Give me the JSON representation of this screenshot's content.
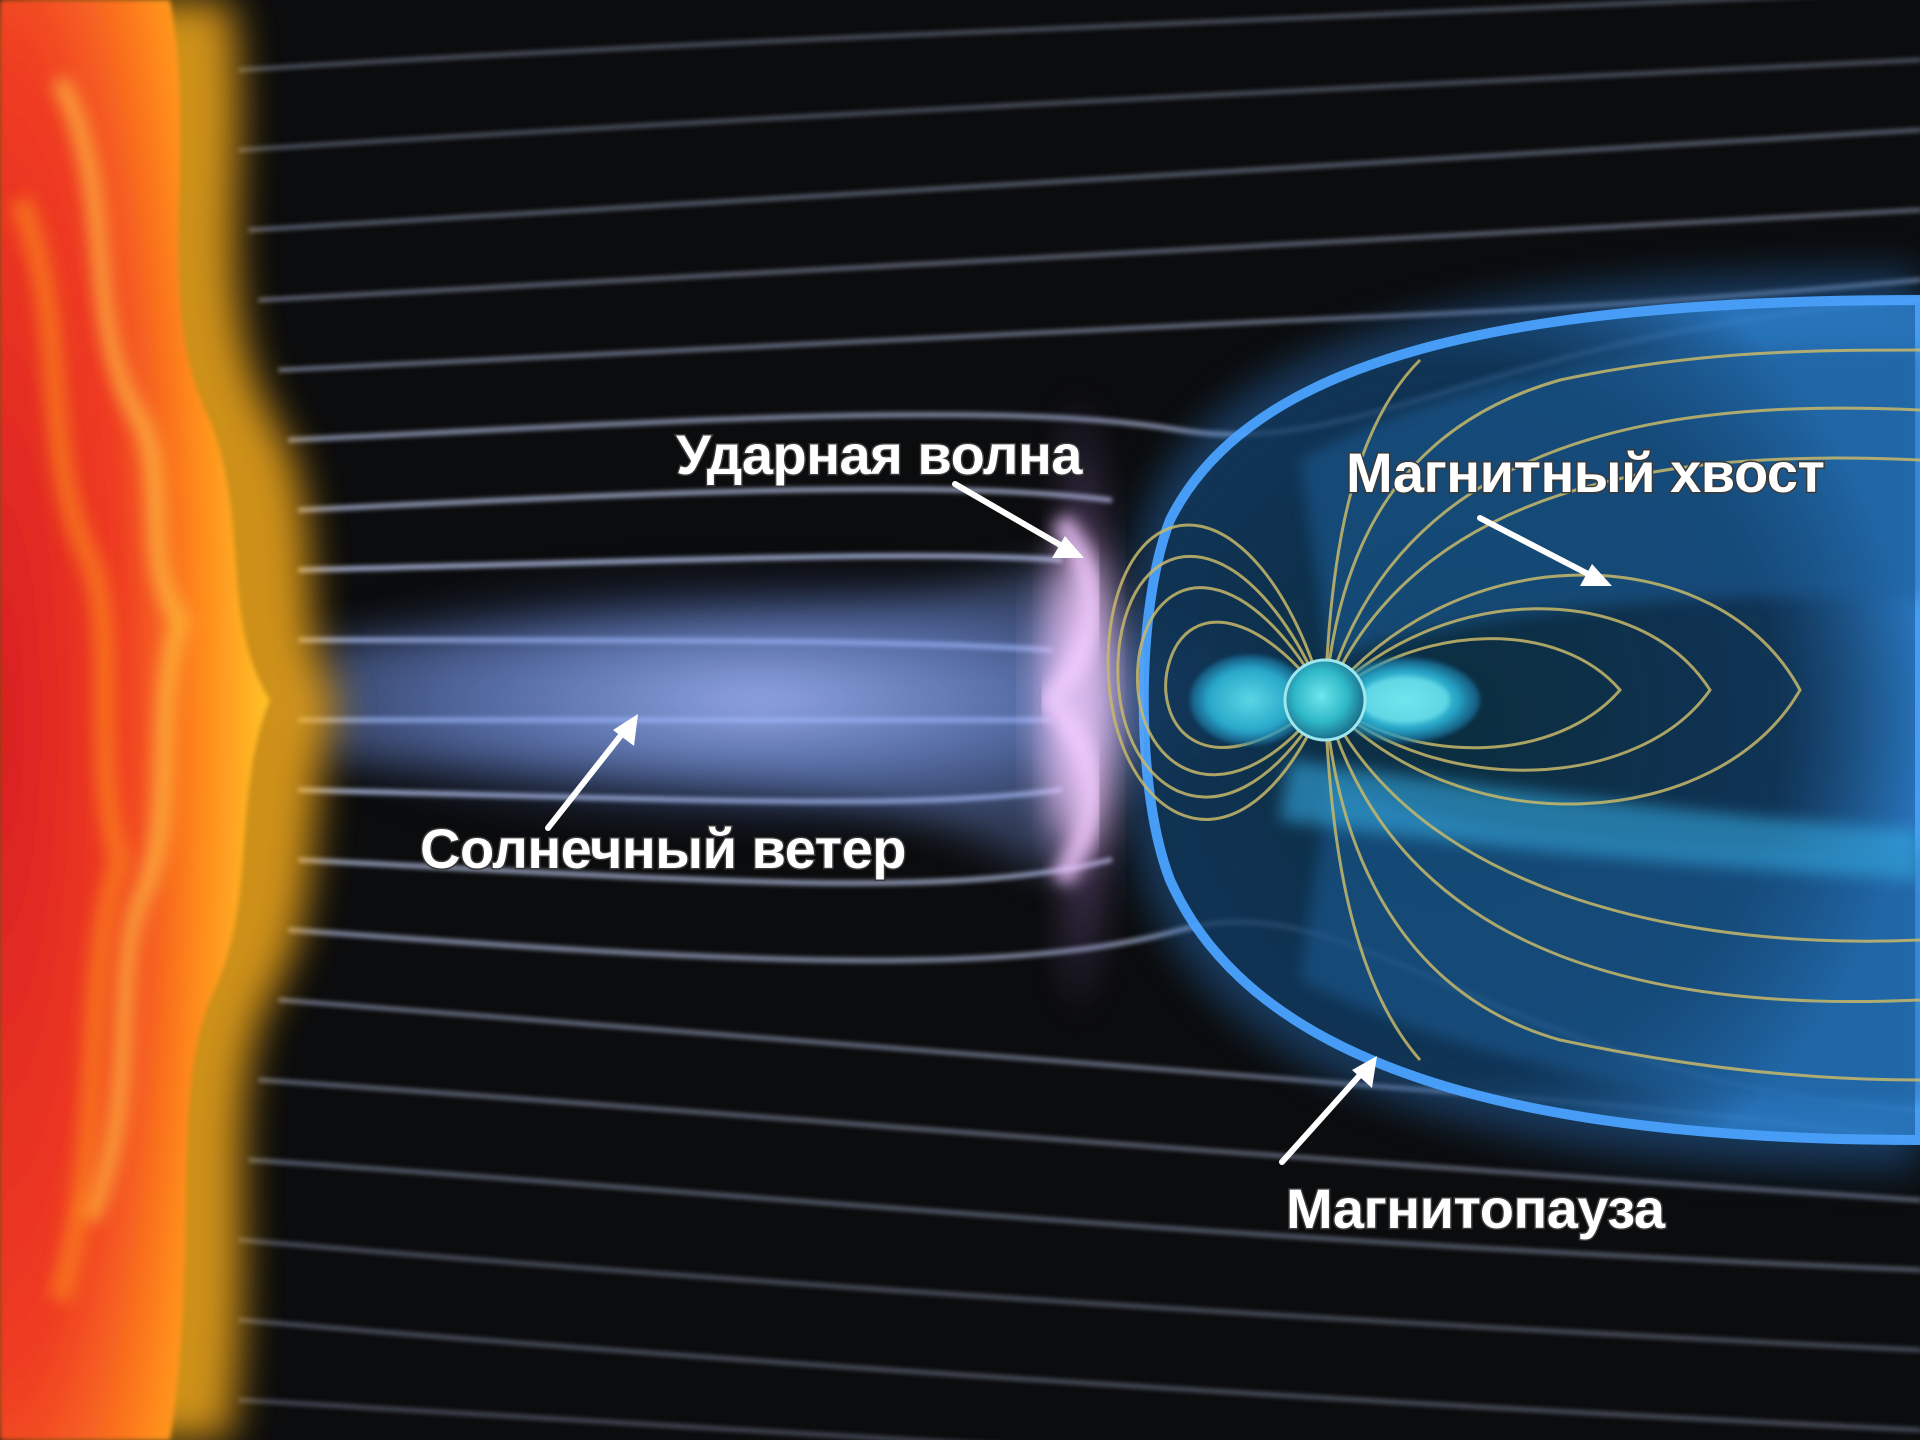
{
  "labels": {
    "bow_shock": "Ударная волна",
    "magnetotail": "Магнитный хвост",
    "solar_wind": "Солнечный ветер",
    "magnetopause": "Магнитопауза"
  },
  "colors": {
    "space_background": "#0b0c0d",
    "sun_core": "#e8332a",
    "sun_flame": "#ffb21a",
    "solar_wind_lines": "#cfd6ff",
    "plasma_glow": "#7fb2ff",
    "bow_shock_glow": "#e6b3ff",
    "magnetosphere": "#3b8fd6",
    "earth": "#2fb8c8",
    "field_lines": "#c8b86a",
    "label_text": "#ffffff"
  },
  "objects": {
    "sun": "sun",
    "earth": "earth",
    "magnetosphere": "magnetosphere"
  }
}
